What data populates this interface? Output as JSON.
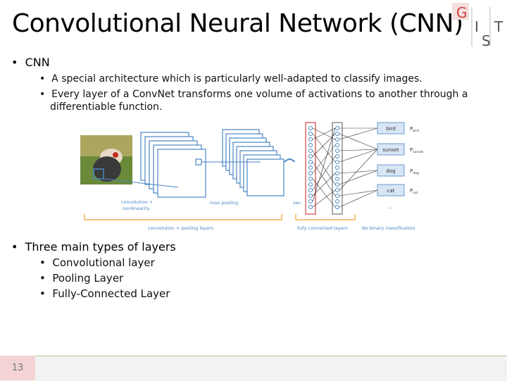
{
  "slide": {
    "title": "Convolutional Neural Network (CNN)",
    "page_number": "13"
  },
  "logo": {
    "letters": [
      "G",
      "I",
      "S",
      "T"
    ]
  },
  "bullets": {
    "cnn": {
      "label": "CNN",
      "items": [
        "A special architecture which is particularly well-adapted to classify images.",
        "Every layer of a ConvNet transforms one volume of activations to another through a",
        "differentiable function."
      ]
    },
    "types": {
      "label": "Three main types of layers",
      "items": [
        "Convolutional layer",
        "Pooling Layer",
        "Fully-Connected Layer"
      ]
    }
  },
  "diagram": {
    "labels": {
      "conv": "convolution +",
      "nonlin": "nonlinearity",
      "maxpool": "max pooling",
      "vec": "vec",
      "section_conv": "convolution + pooling layers",
      "section_fc": "fully connected layers",
      "section_out": "Nx binary classification"
    },
    "outputs": [
      {
        "label": "bird",
        "prob": "P",
        "sub": "bird"
      },
      {
        "label": "sunset",
        "prob": "P",
        "sub": "sunset"
      },
      {
        "label": "dog",
        "prob": "P",
        "sub": "dog"
      },
      {
        "label": "cat",
        "prob": "P",
        "sub": "cat"
      }
    ],
    "colors": {
      "accent": "#4a86c5",
      "orange": "#f0a030",
      "red": "#d04040"
    }
  }
}
